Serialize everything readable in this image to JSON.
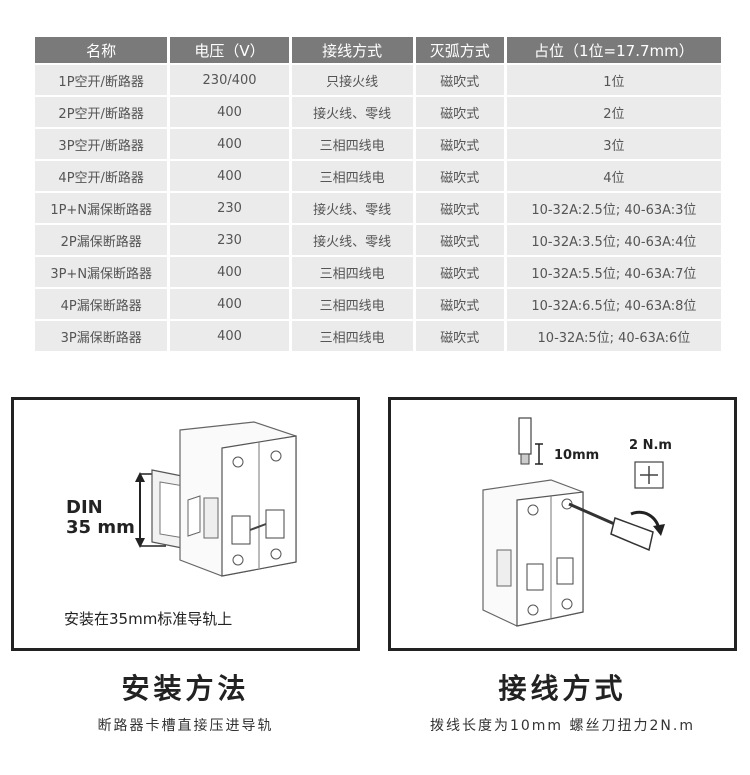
{
  "table": {
    "headers": [
      "名称",
      "电压（V）",
      "接线方式",
      "灭弧方式",
      "占位（1位=17.7mm）"
    ],
    "rows": [
      [
        "1P空开/断路器",
        "230/400",
        "只接火线",
        "磁吹式",
        "1位"
      ],
      [
        "2P空开/断路器",
        "400",
        "接火线、零线",
        "磁吹式",
        "2位"
      ],
      [
        "3P空开/断路器",
        "400",
        "三相四线电",
        "磁吹式",
        "3位"
      ],
      [
        "4P空开/断路器",
        "400",
        "三相四线电",
        "磁吹式",
        "4位"
      ],
      [
        "1P+N漏保断路器",
        "230",
        "接火线、零线",
        "磁吹式",
        "10-32A:2.5位; 40-63A:3位"
      ],
      [
        "2P漏保断路器",
        "230",
        "接火线、零线",
        "磁吹式",
        "10-32A:3.5位; 40-63A:4位"
      ],
      [
        "3P+N漏保断路器",
        "400",
        "三相四线电",
        "磁吹式",
        "10-32A:5.5位; 40-63A:7位"
      ],
      [
        "4P漏保断路器",
        "400",
        "三相四线电",
        "磁吹式",
        "10-32A:6.5位; 40-63A:8位"
      ],
      [
        "3P漏保断路器",
        "400",
        "三相四线电",
        "磁吹式",
        "10-32A:5位; 40-63A:6位"
      ]
    ]
  },
  "install": {
    "din_line1": "DIN",
    "din_line2": "35 mm",
    "caption": "安装在35mm标准导轨上",
    "title": "安装方法",
    "subtitle": "断路器卡槽直接压进导轨"
  },
  "wiring": {
    "wire_length": "10mm",
    "torque": "2 N.m",
    "title": "接线方式",
    "subtitle": "拨线长度为10mm 螺丝刀扭力2N.m"
  }
}
